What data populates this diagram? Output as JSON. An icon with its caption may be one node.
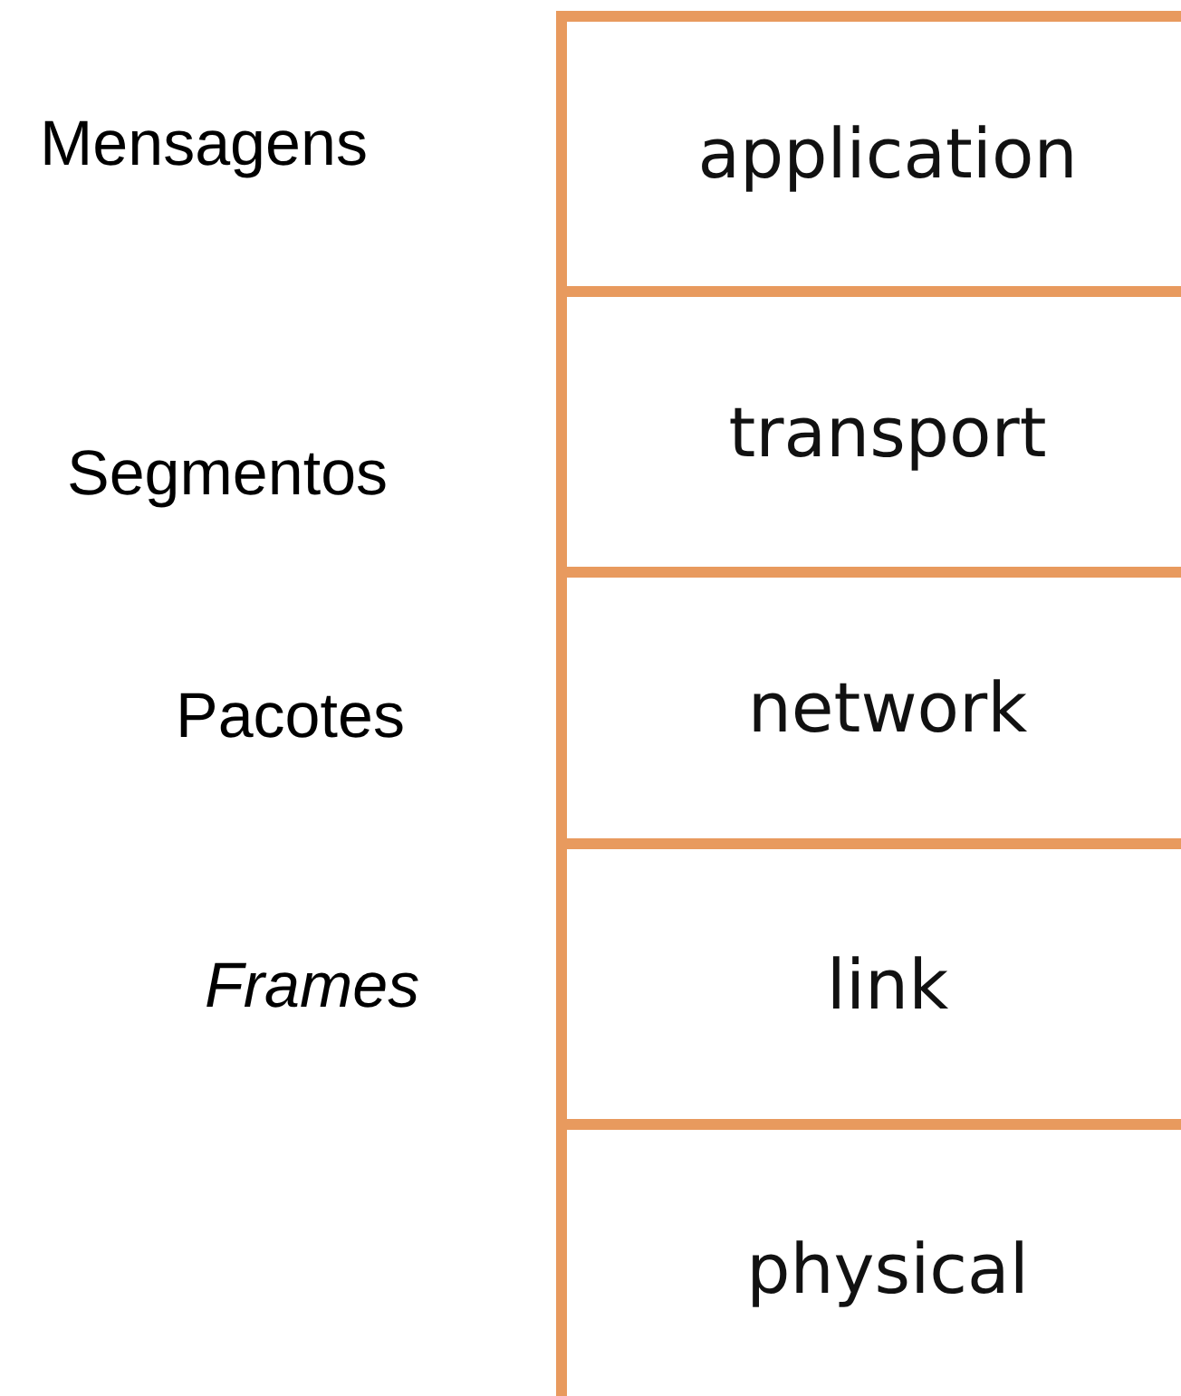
{
  "diagram": {
    "nodes": [
      {
        "text": [
          "application"
        ],
        "beside": [
          "Mensagens"
        ]
      },
      {
        "text": [
          "transport"
        ],
        "beside": [
          "Segmentos"
        ]
      },
      {
        "text": [
          "network"
        ],
        "beside": [
          "Pacotes"
        ]
      },
      {
        "text": [
          "link"
        ],
        "beside": [
          "Frames"
        ]
      },
      {
        "text": [
          "physical"
        ]
      }
    ]
  }
}
